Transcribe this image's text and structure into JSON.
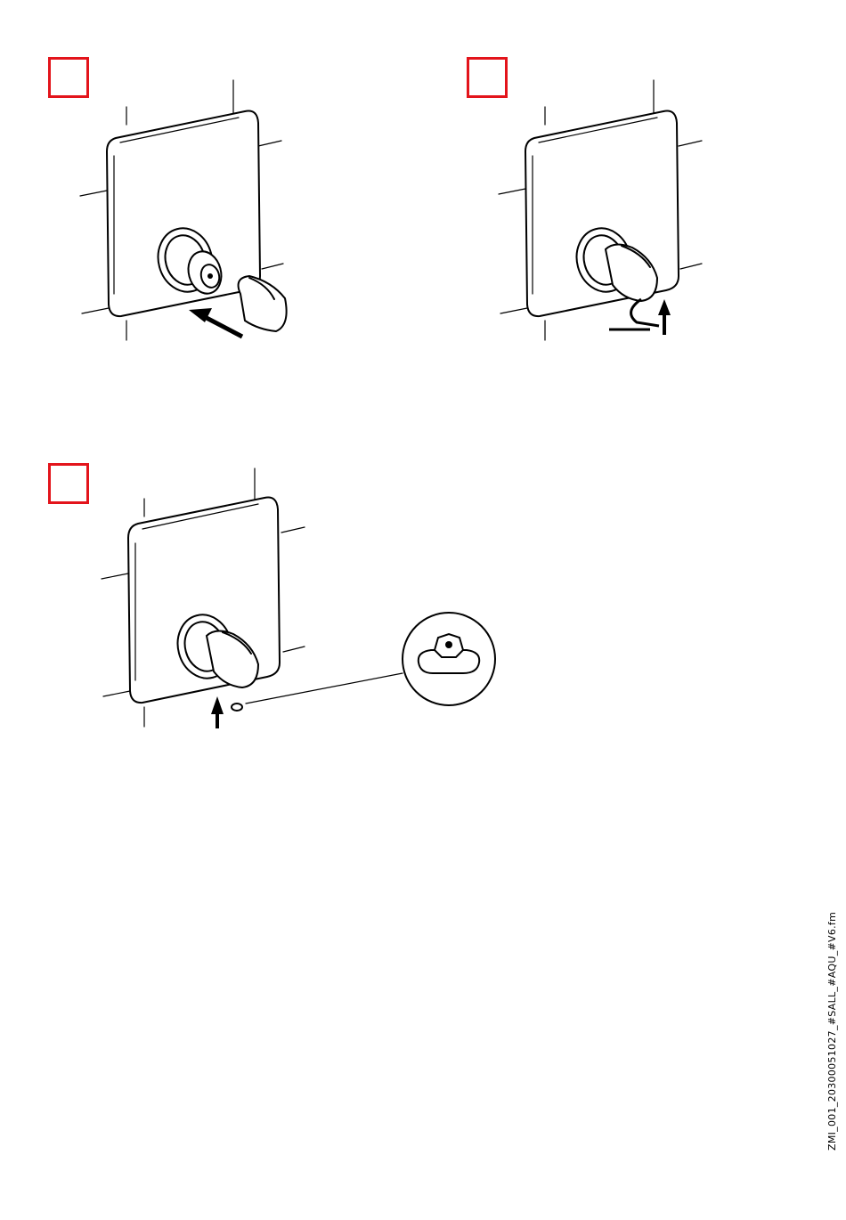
{
  "page": {
    "footer_reference": "ZMI_001_20300051027_#SALL_#AQU_#V6.fm",
    "accent_color": "#e3141b"
  },
  "steps": [
    {
      "id": 1,
      "action": "push-knob-onto-spindle",
      "marker_color": "#e3141b"
    },
    {
      "id": 2,
      "action": "turn-and-lift-knob",
      "marker_color": "#e3141b"
    },
    {
      "id": 3,
      "action": "insert-set-screw-from-below",
      "marker_color": "#e3141b",
      "detail_callout": "hex-nut-detail"
    }
  ],
  "icons": [
    "arrow-icon",
    "rotate-arrow-icon",
    "hex-nut-icon"
  ]
}
